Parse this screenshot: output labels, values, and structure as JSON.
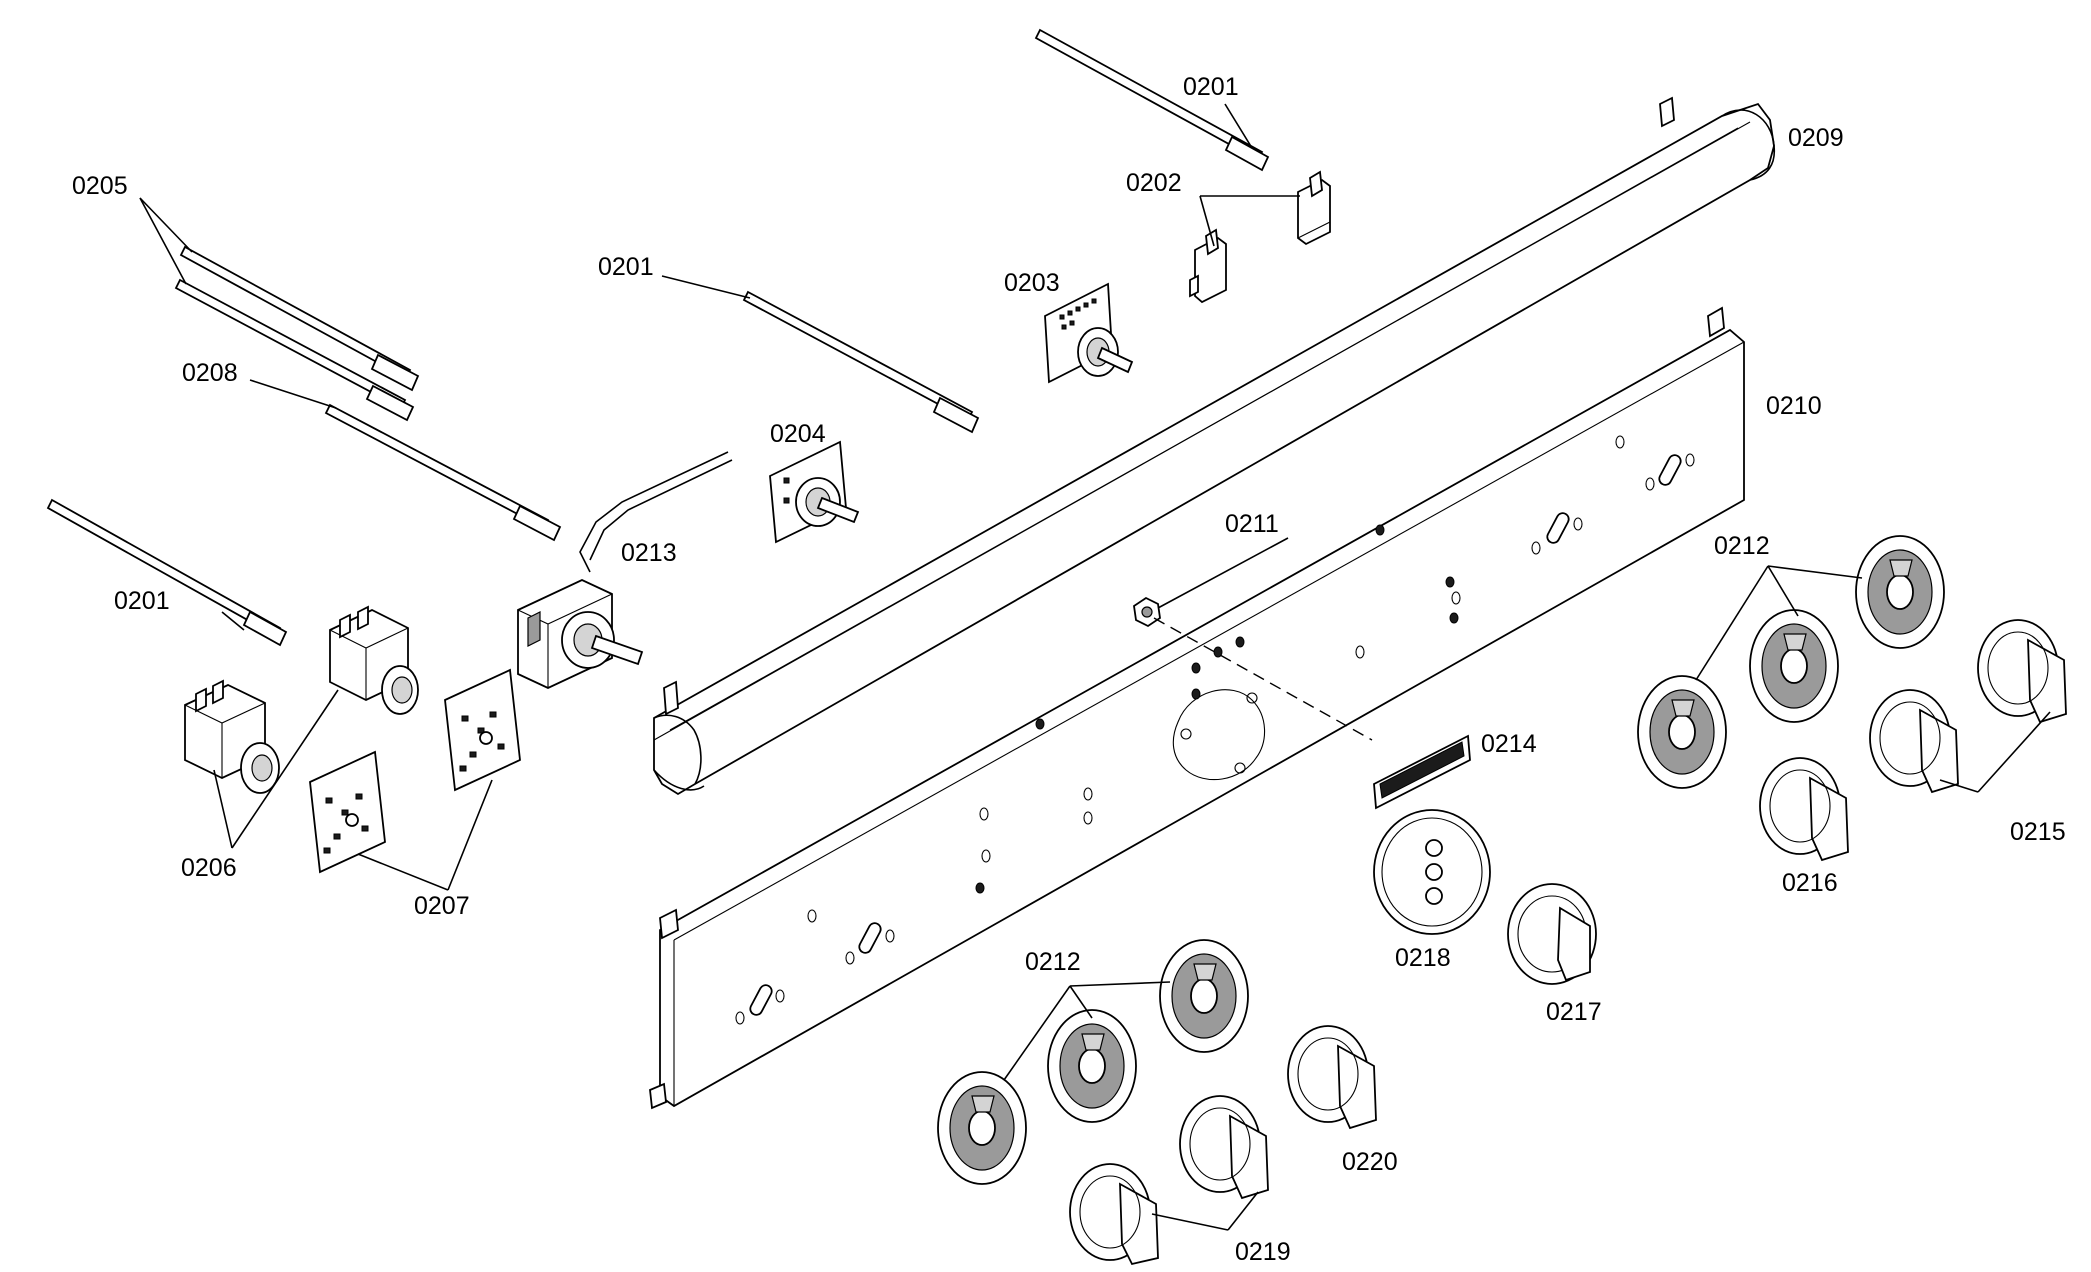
{
  "diagram": {
    "labels": [
      "0201",
      "0201",
      "0201",
      "0202",
      "0203",
      "0204",
      "0205",
      "0206",
      "0207",
      "0208",
      "0209",
      "0210",
      "0211",
      "0212",
      "0212",
      "0213",
      "0214",
      "0215",
      "0216",
      "0217",
      "0218",
      "0219",
      "0220"
    ]
  }
}
